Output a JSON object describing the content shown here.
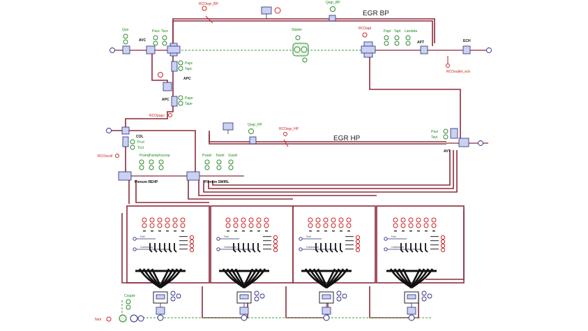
{
  "labels": {
    "egr_bp": "EGR BP",
    "egr_hp": "EGR HP",
    "qegr_bp": "Qegr_BP",
    "rcoegr_bp": "RCOegr_BP",
    "qair": "Qair",
    "avc": "AVC",
    "pavc": "Pavc",
    "tavc": "Tavc",
    "starter": "Starter",
    "rcoapt": "RCOapt",
    "papt": "Papt",
    "tapt": "Tapt",
    "lambda": "Lambda",
    "apt": "APT",
    "ech": "ECH",
    "rcooutlet_ech": "RCOoutlet_ech",
    "papc": "Papc",
    "tapc": "Tapc",
    "apc": "APC",
    "apc2": "APC",
    "pape": "Pape",
    "tape": "Tape",
    "rcopapc": "RCOpapc",
    "col": "COL",
    "pcol": "Pcol",
    "tcol": "Tcol",
    "rcoscoll": "RCOscoll",
    "pramp": "Pramp",
    "tramp": "Tramp",
    "xscoop": "Xscoop",
    "qegr_hp": "Qegr_HP",
    "rcoegr_hp": "RCOegr_HP",
    "pswirl": "Pswirl",
    "tswirl": "Tswirl",
    "xswirl": "Xswirl",
    "pavt": "Pavt",
    "tavt": "Tavt",
    "avt": "AVT",
    "plenum_rehp": "Plenum REHP",
    "plenum_swirl": "Plenum SWIRL",
    "couple": "Couple",
    "nmt": "Nmt",
    "fuel": "Fuel",
    "combustion": "Combustion"
  },
  "cylinders": [
    {
      "id": 1
    },
    {
      "id": 2
    },
    {
      "id": 3
    },
    {
      "id": 4
    }
  ],
  "colors": {
    "pipe": "#8b2a3a",
    "sensor_green": "#1c8a1c",
    "sensor_red": "#cc1a1a",
    "block_blue": "#2a2a8a"
  }
}
